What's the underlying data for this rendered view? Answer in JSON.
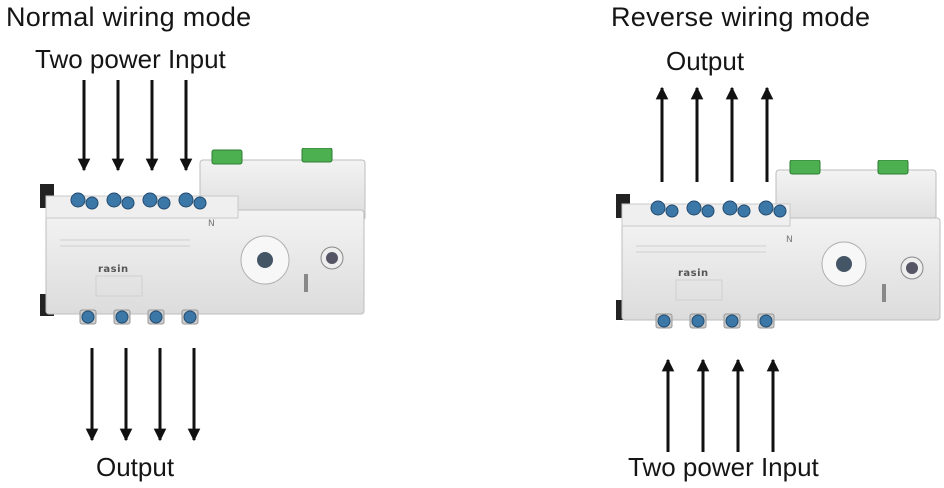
{
  "left_panel": {
    "title": "Normal wiring mode",
    "top_label": "Two power Input",
    "bottom_label": "Output",
    "arrow_direction": "down",
    "device": {
      "brand": "rasin",
      "neutral_mark": "N"
    }
  },
  "right_panel": {
    "title": "Reverse wiring mode",
    "top_label": "Output",
    "bottom_label": "Two power Input",
    "arrow_direction": "up",
    "device": {
      "brand": "rasin",
      "neutral_mark": "N"
    }
  },
  "colors": {
    "arrow": "#111111",
    "housing": "#e9e9e9",
    "terminal_block": "#4caf50",
    "screw": "#3b78a8"
  },
  "icons": [
    "down-arrow-icon",
    "up-arrow-icon",
    "knob-icon",
    "lock-icon"
  ]
}
